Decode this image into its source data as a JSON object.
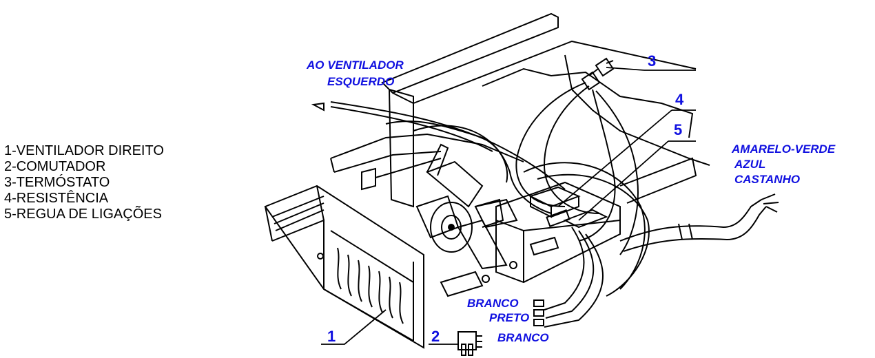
{
  "colors": {
    "drawing": "#000000",
    "label_blue": "#1010e0",
    "background": "#ffffff"
  },
  "legend": {
    "items": [
      "1-VENTILADOR DIREITO",
      "2-COMUTADOR",
      "3-TERMÓSTATO",
      "4-RESISTÊNCIA",
      "5-REGUA DE LIGAÇÕES"
    ]
  },
  "callouts": {
    "c1": "1",
    "c2": "2",
    "c3": "3",
    "c4": "4",
    "c5": "5"
  },
  "labels": {
    "ao_ventilador_line1": "AO VENTILADOR",
    "ao_ventilador_line2": "ESQUERDO",
    "amarelo_verde": "AMARELO-VERDE",
    "azul": "AZUL",
    "castanho": "CASTANHO",
    "branco_top": "BRANCO",
    "preto": "PRETO",
    "branco_bottom": "BRANCO"
  }
}
